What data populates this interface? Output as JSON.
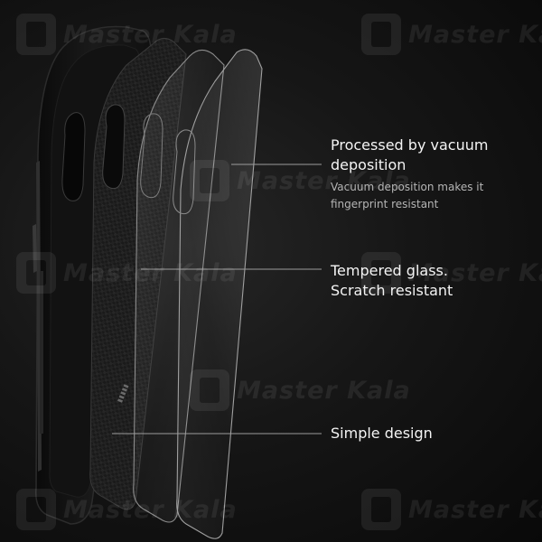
{
  "callouts": {
    "vacuum": {
      "title": "Processed by vacuum\ndeposition",
      "subtitle": "Vacuum deposition makes it\nfingerprint resistant"
    },
    "tempered": {
      "title": "Tempered glass.\nScratch resistant"
    },
    "simple": {
      "title": "Simple design"
    }
  },
  "branding": {
    "watermark_text": "Master Kala"
  },
  "colors": {
    "background": "#111111",
    "case_body": "#141414",
    "carbon_panel": "#1c1c1c",
    "glass_edge": "#9a9a9a",
    "leader_line": "#9c9c9c",
    "text_primary": "#f4f4f4",
    "text_secondary": "#b5b5b5"
  },
  "icons": {
    "watermark": "master-kala-logo-icon"
  }
}
